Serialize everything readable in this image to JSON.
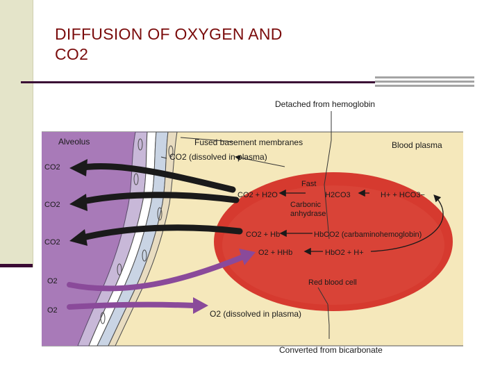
{
  "slide": {
    "title_line1": "DIFFUSION OF OXYGEN AND",
    "title_line2": "CO2"
  },
  "diagram": {
    "label_detached": "Detached from hemoglobin",
    "label_alveolus": "Alveolus",
    "label_fused": "Fused basement membranes",
    "label_co2_dissolved": "CO2 (dissolved in plasma)",
    "label_blood_plasma": "Blood plasma",
    "label_fast": "Fast",
    "eq_co2_h2o": "CO2 + H2O",
    "eq_h2co3": "H2CO3",
    "eq_h_hco3": "H+ + HCO3−",
    "label_carbonic": "Carbonic",
    "label_anhydrase": "anhydrase",
    "eq_co2_hb": "CO2 + Hb",
    "eq_hbco2": "HbCO2 (carbaminohemoglobin)",
    "eq_o2_hhb": "O2 + HHb",
    "eq_hbo2_h": "HbO2 + H+",
    "label_rbc": "Red blood cell",
    "label_o2_dissolved": "O2 (dissolved in plasma)",
    "label_converted": "Converted from bicarbonate",
    "left_co2_1": "CO2",
    "left_co2_2": "CO2",
    "left_co2_3": "CO2",
    "left_o2_1": "O2",
    "left_o2_2": "O2"
  },
  "colors": {
    "title": "#7a0b0b",
    "alveolus": "#a87ab8",
    "plasma": "#f5e8bb",
    "rbc": "#d63a2f",
    "arrow_co2": "#1a1a1a",
    "arrow_o2": "#8a4a9a"
  }
}
